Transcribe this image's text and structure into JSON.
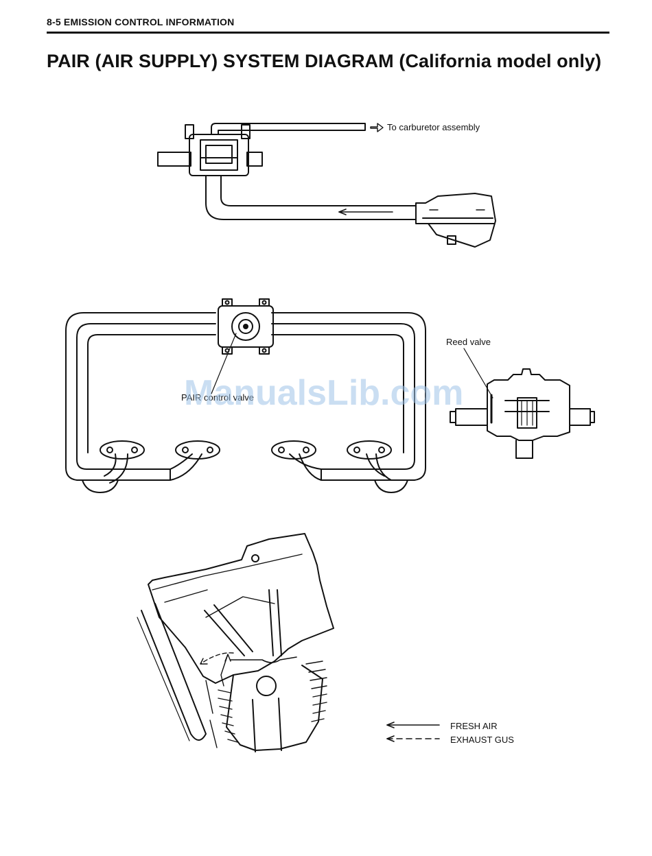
{
  "header": {
    "section": "8-5  EMISSION CONTROL INFORMATION"
  },
  "title": "PAIR (AIR SUPPLY) SYSTEM DIAGRAM (California model only)",
  "figure_top": {
    "callout": "To carburetor assembly"
  },
  "figure_middle": {
    "callout_reed_valve": "Reed valve",
    "callout_pair_valve": "PAIR control valve"
  },
  "figure_bottom": {
    "legend": [
      {
        "label": "FRESH AIR",
        "style": "solid"
      },
      {
        "label": "EXHAUST GUS",
        "style": "dashed"
      }
    ]
  },
  "watermark": "ManualsLib.com"
}
